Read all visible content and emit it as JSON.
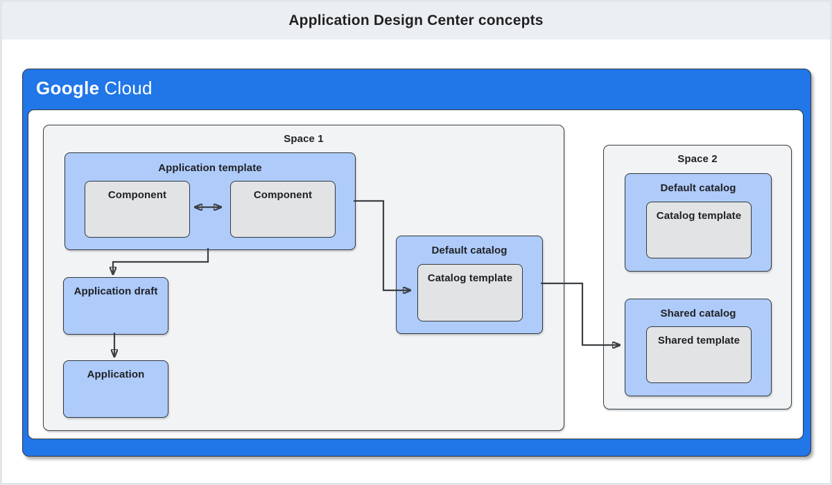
{
  "header": {
    "title": "Application Design Center concepts"
  },
  "frame": {
    "brand_google": "Google",
    "brand_cloud": "Cloud"
  },
  "space1": {
    "label": "Space 1",
    "application_template": {
      "label": "Application template",
      "component1": {
        "label": "Component"
      },
      "component2": {
        "label": "Component"
      }
    },
    "application_draft": {
      "label": "Application draft"
    },
    "application": {
      "label": "Application"
    },
    "default_catalog": {
      "label": "Default catalog",
      "catalog_template": {
        "label": "Catalog template"
      }
    }
  },
  "space2": {
    "label": "Space 2",
    "default_catalog": {
      "label": "Default catalog",
      "catalog_template": {
        "label": "Catalog template"
      }
    },
    "shared_catalog": {
      "label": "Shared catalog",
      "shared_template": {
        "label": "Shared template"
      }
    }
  },
  "connections": [
    {
      "from": "component-1",
      "to": "component-2",
      "type": "bidirectional"
    },
    {
      "from": "application-template",
      "to": "application-draft",
      "type": "arrow"
    },
    {
      "from": "application-draft",
      "to": "application",
      "type": "arrow"
    },
    {
      "from": "application-template",
      "to": "catalog-template-space1",
      "type": "arrow"
    },
    {
      "from": "default-catalog-space1",
      "to": "shared-catalog-space2",
      "type": "arrow"
    }
  ],
  "colors": {
    "google_blue": "#2176e8",
    "node_blue": "#aecbfa",
    "node_gray": "#e1e3e4",
    "space_gray": "#f1f3f4",
    "banner_gray": "#eceff1",
    "border_dark": "#34383c",
    "connector": "#3c4043",
    "text": "#202124"
  }
}
